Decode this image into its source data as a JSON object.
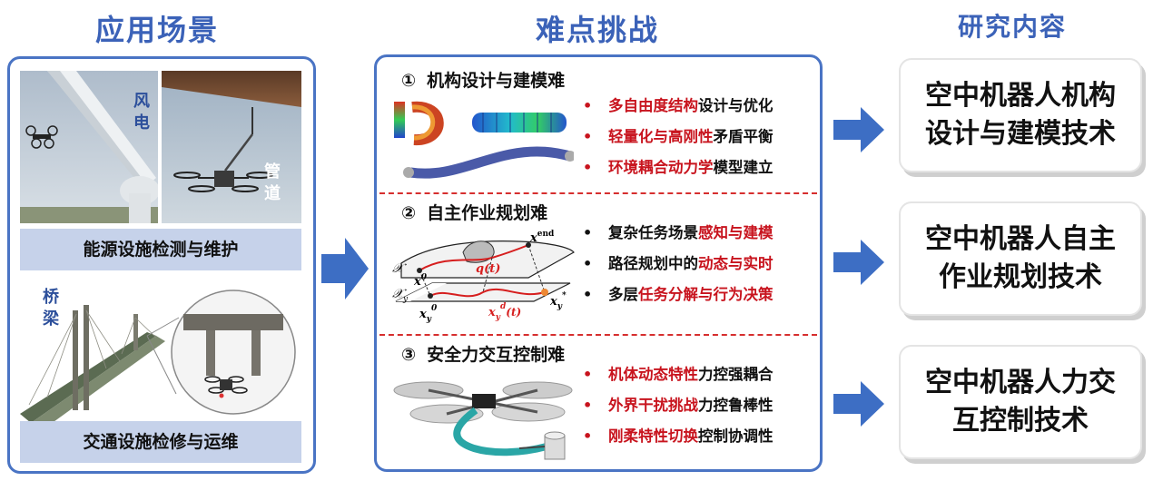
{
  "columns": {
    "scenarios": "应用场景",
    "challenges": "难点挑战",
    "research": "研究内容"
  },
  "scenarios": {
    "wind_label": "风电",
    "pipe_label": "管道",
    "energy_band": "能源设施检测与维护",
    "bridge_label": "桥梁",
    "transport_band": "交通设施检修与运维"
  },
  "challenges": [
    {
      "num": "①",
      "title": "机构设计与建模难",
      "bullets": [
        {
          "em": "多自由度结构",
          "rest": "设计与优化",
          "em_first": true
        },
        {
          "em": "轻量化与高刚性",
          "rest": "矛盾平衡",
          "em_first": true
        },
        {
          "em": "环境耦合动力学",
          "rest": "模型建立",
          "em_first": true
        }
      ]
    },
    {
      "num": "②",
      "title": "自主作业规划难",
      "bullets": [
        {
          "pre": "复杂任务场景",
          "em": "感知与建模",
          "post": ""
        },
        {
          "pre": "路径规划中的",
          "em": "动态与实时",
          "post": ""
        },
        {
          "pre": "多层",
          "em": "任务分解与行为决策",
          "post": ""
        }
      ],
      "plot_labels": {
        "x_end": "x",
        "x_end_sup": "end",
        "q_t": "q(t)",
        "x0": "x",
        "x0_sup": "0",
        "script_x": "𝒳",
        "script_xy": "𝒳",
        "xy_sub": "y",
        "xy0": "x",
        "xy0_sub": "y",
        "xy0_sup": "0",
        "xyd": "x",
        "xyd_sub": "y",
        "xyd_sup": "d",
        "xyd_arg": "(t)",
        "xystar": "x",
        "xystar_sub": "y",
        "xystar_sup": "*"
      }
    },
    {
      "num": "③",
      "title": "安全力交互控制难",
      "bullets": [
        {
          "em": "机体动态特性",
          "rest": "力控强耦合",
          "em_first": true
        },
        {
          "em": "外界干扰挑战",
          "rest": "力控鲁棒性",
          "em_first": true
        },
        {
          "em": "刚柔特性切换",
          "rest": "控制协调性",
          "em_first": true
        }
      ]
    }
  ],
  "bullet_symbol": "•",
  "research": [
    "空中机器人机构设计与建模技术",
    "空中机器人自主作业规划技术",
    "空中机器人力交互控制技术"
  ],
  "colors": {
    "accent_blue": "#3b62b8",
    "panel_border": "#4a74c4",
    "band_bg": "#c6d2ea",
    "emphasis_red": "#c8141e",
    "arrow_blue": "#3d6ec4"
  }
}
